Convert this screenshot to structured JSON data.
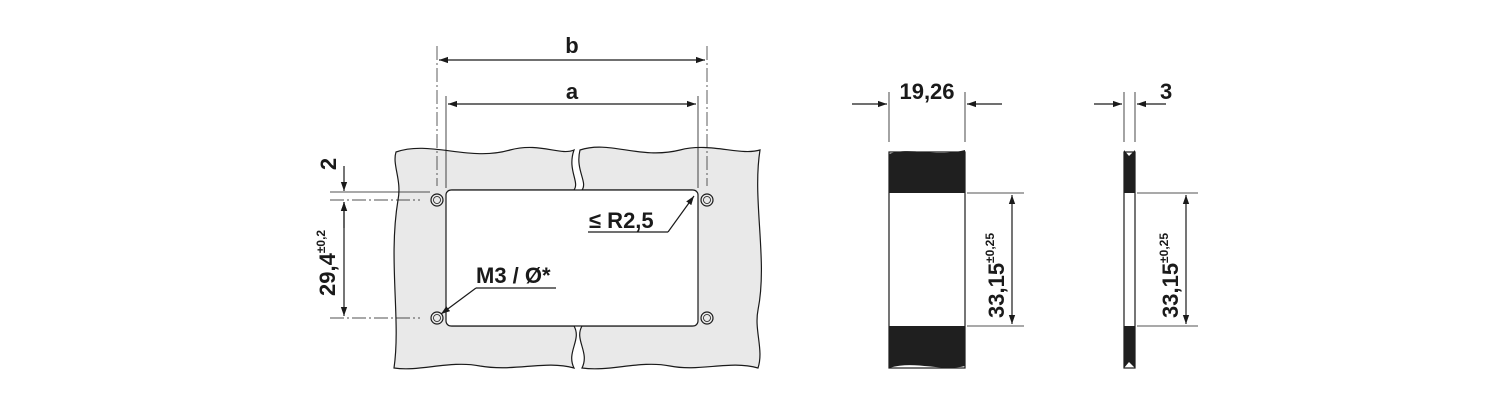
{
  "panel_cutout": {
    "dim_b": "b",
    "dim_a": "a",
    "dim_2": "2",
    "dim_height": "29,4",
    "dim_height_tol": "±0,2",
    "radius_label": "≤ R2,5",
    "hole_label": "M3 / Ø*"
  },
  "gasket_front": {
    "width_label": "19,26",
    "height_label": "33,15",
    "height_tol": "±0,25"
  },
  "gasket_side": {
    "thickness_label": "3",
    "height_label": "33,15",
    "height_tol": "±0,25"
  },
  "colors": {
    "line": "#1a1a1a",
    "panel_fill": "#e9e9e9",
    "gasket_band": "#1f1f1f"
  }
}
